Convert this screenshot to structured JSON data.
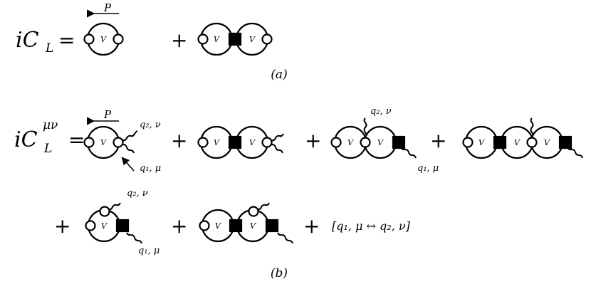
{
  "labels": {
    "lhs_a": "iC",
    "lhs_a_sub": "L",
    "lhs_b": "iC",
    "lhs_b_sub": "L",
    "lhs_b_sup": "μν",
    "equals": "=",
    "plus": "+",
    "bubble_vertex": "V",
    "momentum_p": "P",
    "photon_q2": "q₂, ν",
    "photon_q1": "q₁, μ",
    "exchange_term": "[q₁, μ ↔ q₂, ν]",
    "caption_a": "(a)",
    "caption_b": "(b)"
  },
  "colors": {
    "line": "#000000",
    "fill": "#ffffff"
  }
}
